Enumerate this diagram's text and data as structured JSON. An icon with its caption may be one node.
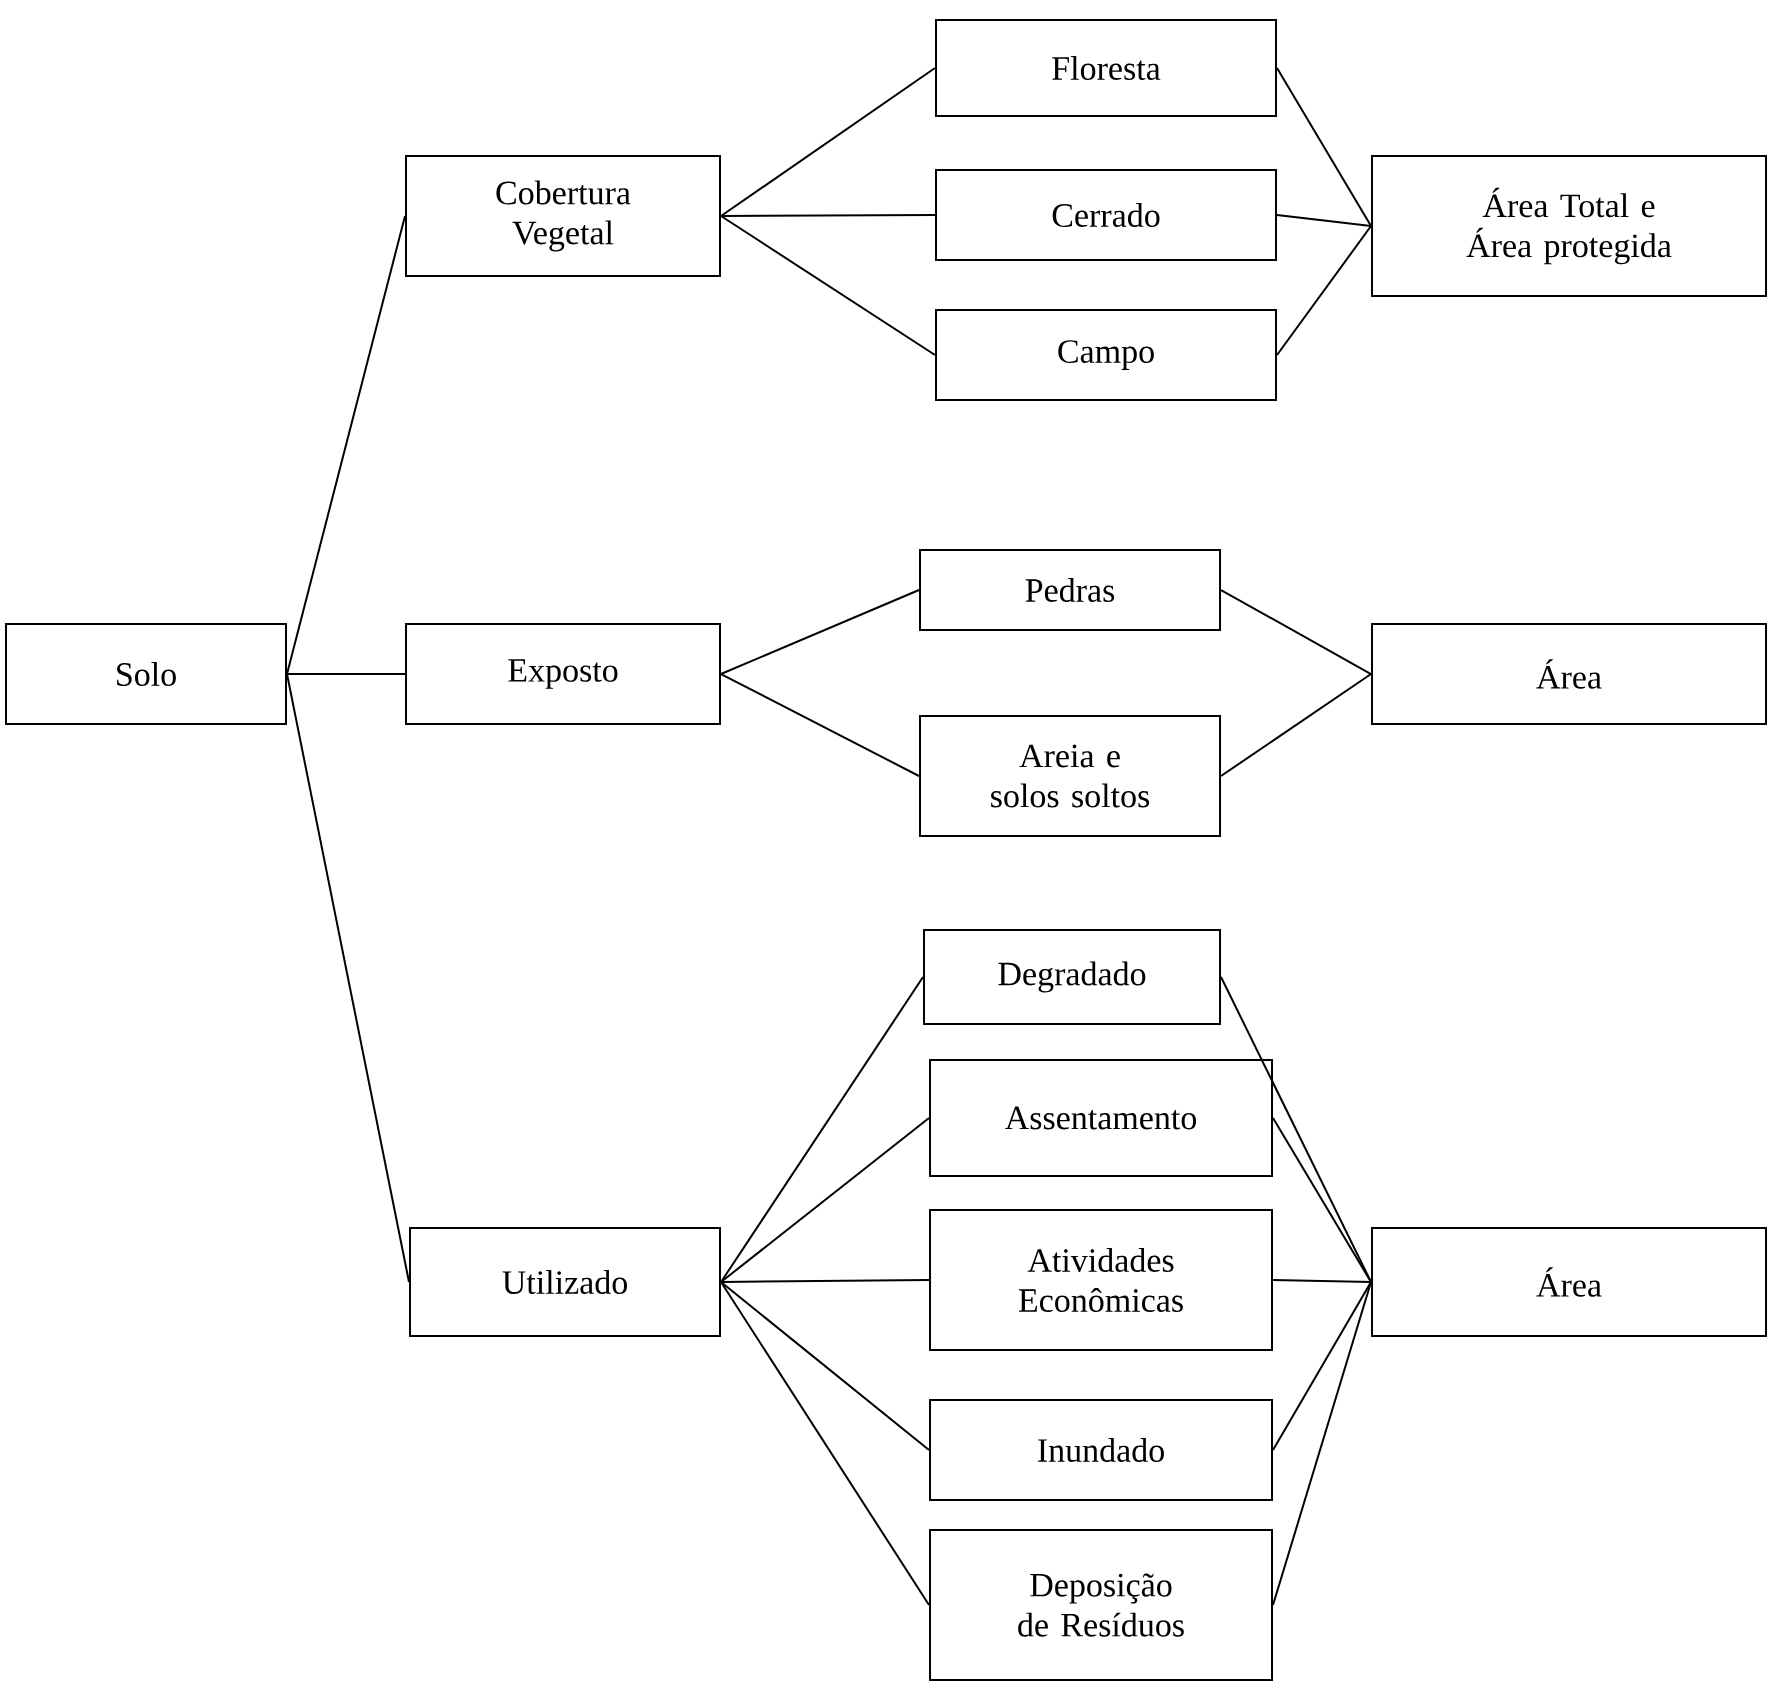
{
  "diagram": {
    "nodes": [
      {
        "text": [
          "Solo"
        ]
      },
      {
        "text": [
          "Cobertura Vegetal"
        ]
      },
      {
        "text": [
          "Exposto"
        ]
      },
      {
        "text": [
          "Utilizado"
        ]
      },
      {
        "text": [
          "Floresta"
        ]
      },
      {
        "text": [
          "Cerrado"
        ]
      },
      {
        "text": [
          "Campo"
        ]
      },
      {
        "text": [
          "Área Total e Área protegida"
        ]
      },
      {
        "text": [
          "Pedras"
        ]
      },
      {
        "text": [
          "Areia e solos soltos"
        ]
      },
      {
        "text": [
          "Área"
        ]
      },
      {
        "text": [
          "Degradado"
        ]
      },
      {
        "text": [
          "Assentamento"
        ]
      },
      {
        "text": [
          "Atividades Econômicas"
        ]
      },
      {
        "text": [
          "Inundado"
        ]
      },
      {
        "text": [
          "Deposição de Resíduos"
        ]
      },
      {
        "text": [
          "Área"
        ]
      }
    ],
    "edges": [
      {
        "from": 0,
        "to": 1,
        "arrow": "none"
      },
      {
        "from": 0,
        "to": 2,
        "arrow": "none"
      },
      {
        "from": 0,
        "to": 3,
        "arrow": "none"
      },
      {
        "from": 1,
        "to": 4,
        "arrow": "none"
      },
      {
        "from": 1,
        "to": 5,
        "arrow": "none"
      },
      {
        "from": 1,
        "to": 6,
        "arrow": "none"
      },
      {
        "from": 4,
        "to": 7,
        "arrow": "none"
      },
      {
        "from": 5,
        "to": 7,
        "arrow": "none"
      },
      {
        "from": 6,
        "to": 7,
        "arrow": "none"
      },
      {
        "from": 2,
        "to": 8,
        "arrow": "none"
      },
      {
        "from": 2,
        "to": 9,
        "arrow": "none"
      },
      {
        "from": 8,
        "to": 10,
        "arrow": "none"
      },
      {
        "from": 9,
        "to": 10,
        "arrow": "none"
      },
      {
        "from": 3,
        "to": 11,
        "arrow": "none"
      },
      {
        "from": 3,
        "to": 12,
        "arrow": "none"
      },
      {
        "from": 3,
        "to": 13,
        "arrow": "none"
      },
      {
        "from": 3,
        "to": 14,
        "arrow": "none"
      },
      {
        "from": 3,
        "to": 15,
        "arrow": "none"
      },
      {
        "from": 11,
        "to": 16,
        "arrow": "none"
      },
      {
        "from": 12,
        "to": 16,
        "arrow": "none"
      },
      {
        "from": 13,
        "to": 16,
        "arrow": "none"
      },
      {
        "from": 14,
        "to": 16,
        "arrow": "none"
      },
      {
        "from": 15,
        "to": 16,
        "arrow": "none"
      }
    ]
  }
}
